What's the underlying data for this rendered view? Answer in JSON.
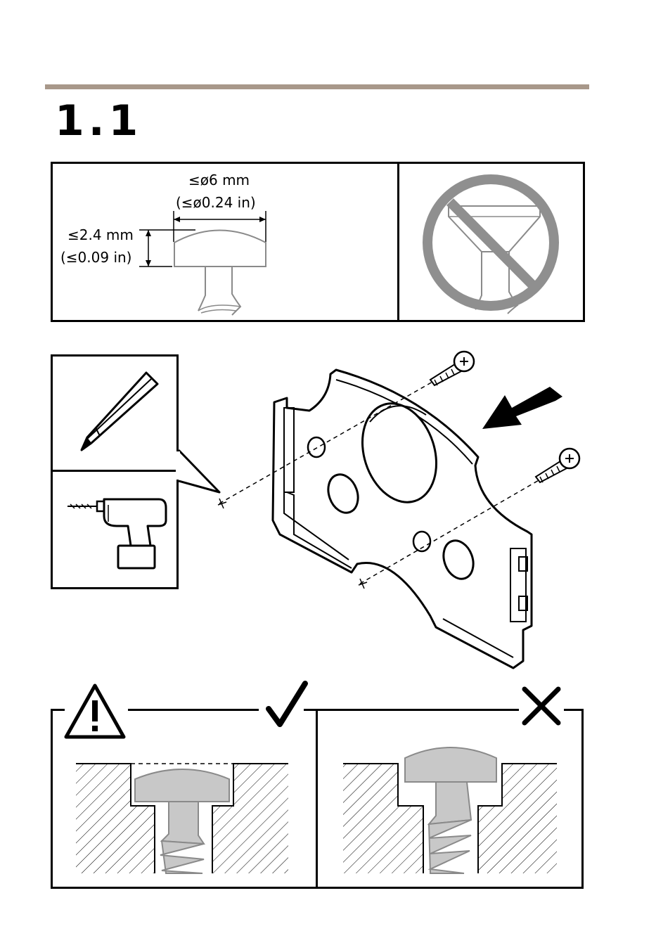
{
  "header": {
    "step_number": "1.1"
  },
  "screw_spec": {
    "head_diameter_mm": "≤ø6 mm",
    "head_diameter_in": "(≤ø0.24 in)",
    "head_height_mm": "≤2.4 mm",
    "head_height_in": "(≤0.09 in)"
  },
  "icons": {
    "prohibited": "no-countersunk-screw-icon",
    "tools": [
      "pencil-icon",
      "drill-icon"
    ],
    "warning": "warning-triangle-icon",
    "correct": "checkmark-icon",
    "incorrect": "cross-icon"
  },
  "colors": {
    "rule": "#a8988a",
    "prohibit_circle": "#8f8f8f",
    "screw_fill": "#c8c8c8"
  }
}
